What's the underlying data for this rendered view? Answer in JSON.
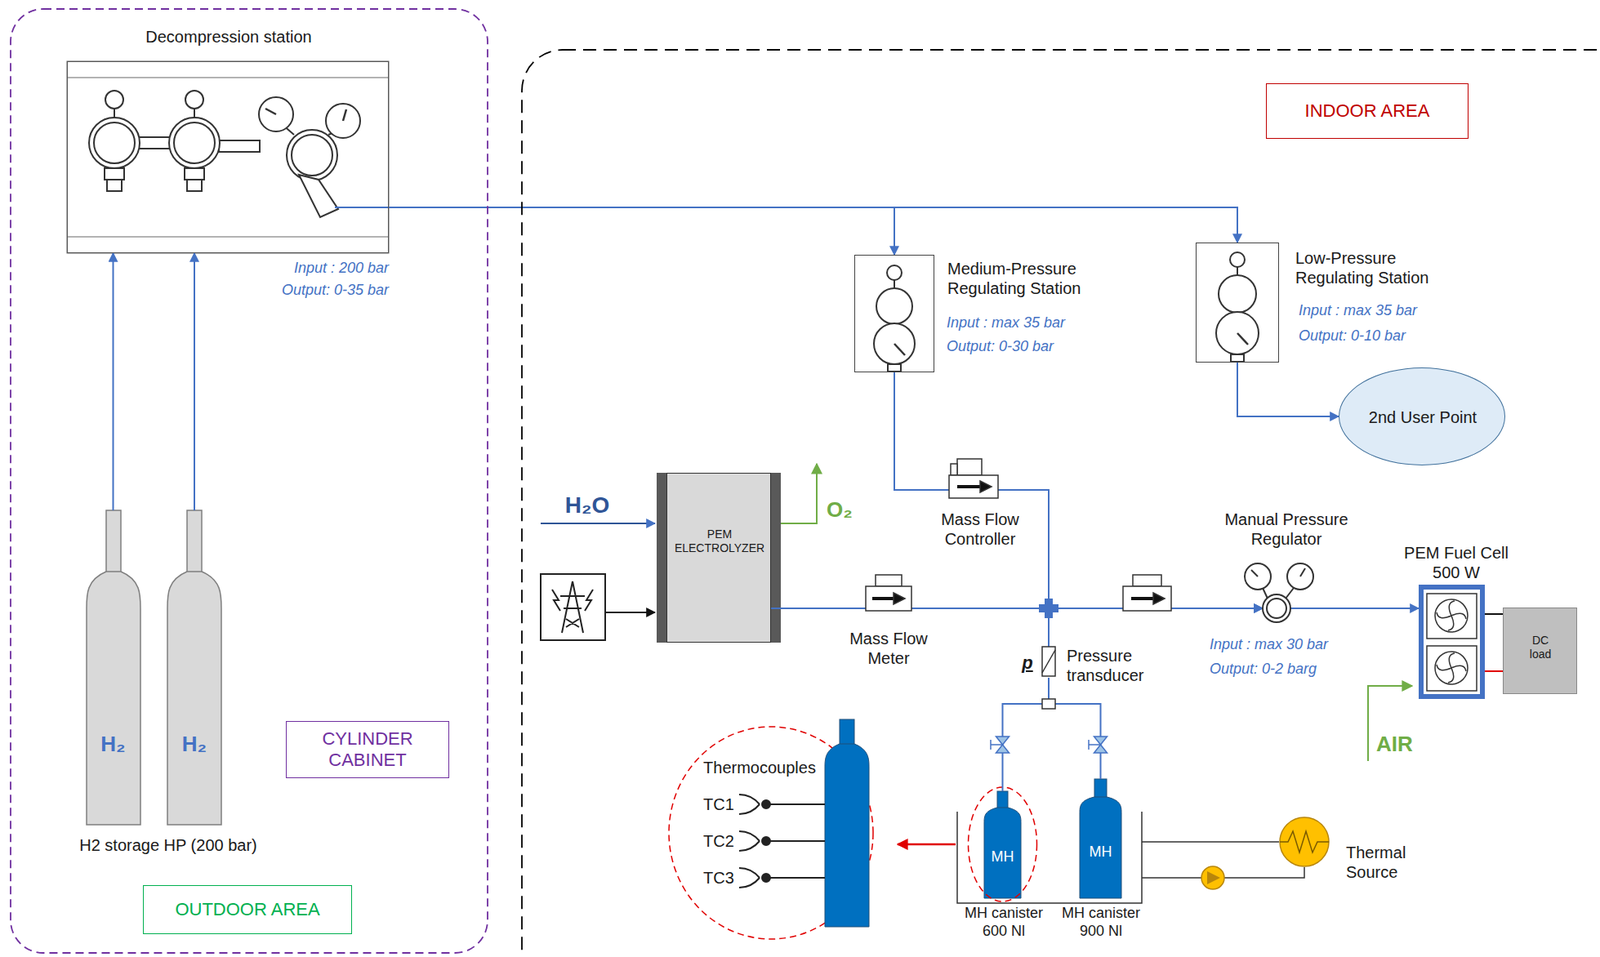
{
  "diagram": {
    "nodes": [
      {
        "text": [
          "CYLINDER CABINET"
        ]
      },
      {
        "text": [
          "Decompression station"
        ],
        "in": 0
      },
      {
        "text": [
          "H₂"
        ],
        "in": 0
      },
      {
        "text": [
          "H₂"
        ],
        "in": 0
      },
      {
        "text": [
          "INDOOR AREA"
        ]
      },
      {
        "text": [
          "Medium-Pressure Regulating Station"
        ],
        "in": 4
      },
      {
        "text": [
          "Low-Pressure Regulating Station"
        ],
        "in": 4
      },
      {
        "text": [
          "2nd User Point"
        ],
        "in": 4
      },
      {
        "text": [
          "PEM ELECTROLYZER"
        ],
        "in": 4
      },
      {
        "text": [
          "Mass Flow Controller"
        ],
        "in": 4
      },
      {
        "text": [
          "Mass Flow Meter"
        ],
        "in": 4
      },
      {
        "text": [
          "Pressure transducer"
        ],
        "in": 4
      },
      {
        "text": [
          "Manual Pressure Regulator"
        ],
        "in": 4
      },
      {
        "text": [
          "PEM Fuel Cell 500 W"
        ],
        "in": 4
      },
      {
        "text": [
          "DC load"
        ],
        "in": 4
      },
      {
        "text": [
          "MH",
          "MH canister 600 Nl"
        ],
        "in": 4
      },
      {
        "text": [
          "MH",
          "MH canister 900 Nl"
        ],
        "in": 4
      },
      {
        "text": [
          "Thermal Source"
        ],
        "in": 4
      }
    ],
    "edges": [
      {
        "from": 2,
        "to": 1,
        "arrow": "to"
      },
      {
        "from": 3,
        "to": 1,
        "arrow": "to"
      },
      {
        "from": 1,
        "to": 5,
        "arrow": "to"
      },
      {
        "from": 1,
        "to": 6,
        "arrow": "to"
      },
      {
        "from": 6,
        "to": 7,
        "arrow": "to"
      },
      {
        "from": 5,
        "to": 9,
        "arrow": "none"
      },
      {
        "from": 9,
        "to": 12,
        "arrow": "to"
      },
      {
        "from": 8,
        "to": 10,
        "arrow": "none"
      },
      {
        "from": 10,
        "to": 12,
        "arrow": "to"
      },
      {
        "from": 12,
        "to": 13,
        "arrow": "to"
      },
      {
        "from": 13,
        "to": 14,
        "arrow": "none"
      },
      {
        "from": 11,
        "to": 15,
        "arrow": "none"
      },
      {
        "from": 11,
        "to": 16,
        "arrow": "none"
      }
    ],
    "labels": [
      "Input : 200 bar",
      "Output: 0-35 bar",
      "H2 storage HP (200 bar)",
      "OUTDOOR AREA",
      "Input : max 35 bar",
      "Output: 0-30 bar",
      "Input : max 35 bar",
      "Output: 0-10 bar",
      "H₂O",
      "O₂",
      "Input : max 30 bar",
      "Output: 0-2 barg",
      "p",
      "AIR",
      "Thermocouples",
      "TC1",
      "TC2",
      "TC3"
    ]
  }
}
